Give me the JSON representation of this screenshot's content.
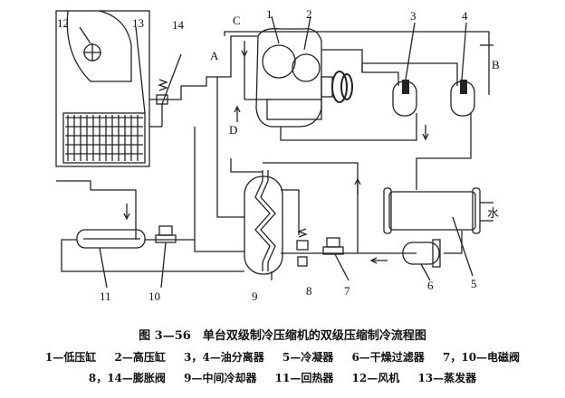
{
  "diagram": {
    "labels": {
      "n1": "1",
      "n2": "2",
      "n3": "3",
      "n4": "4",
      "n5": "5",
      "n6": "6",
      "n7": "7",
      "n8": "8",
      "n9": "9",
      "n10": "10",
      "n11": "11",
      "n12": "12",
      "n13": "13",
      "n14": "14",
      "A": "A",
      "B": "B",
      "C": "C",
      "D": "D",
      "water": "水"
    }
  },
  "caption": {
    "title": "图 3—56　单台双级制冷压缩机的双级压缩制冷流程图",
    "legend_row1": [
      "1—低压缸",
      "2—高压缸",
      "3，4—油分离器",
      "5—冷凝器",
      "6—干燥过滤器",
      "7，10—电磁阀"
    ],
    "legend_row2": [
      "8，14—膨胀阀",
      "9—中间冷却器",
      "11—回热器",
      "12—风机",
      "13—蒸发器"
    ]
  }
}
